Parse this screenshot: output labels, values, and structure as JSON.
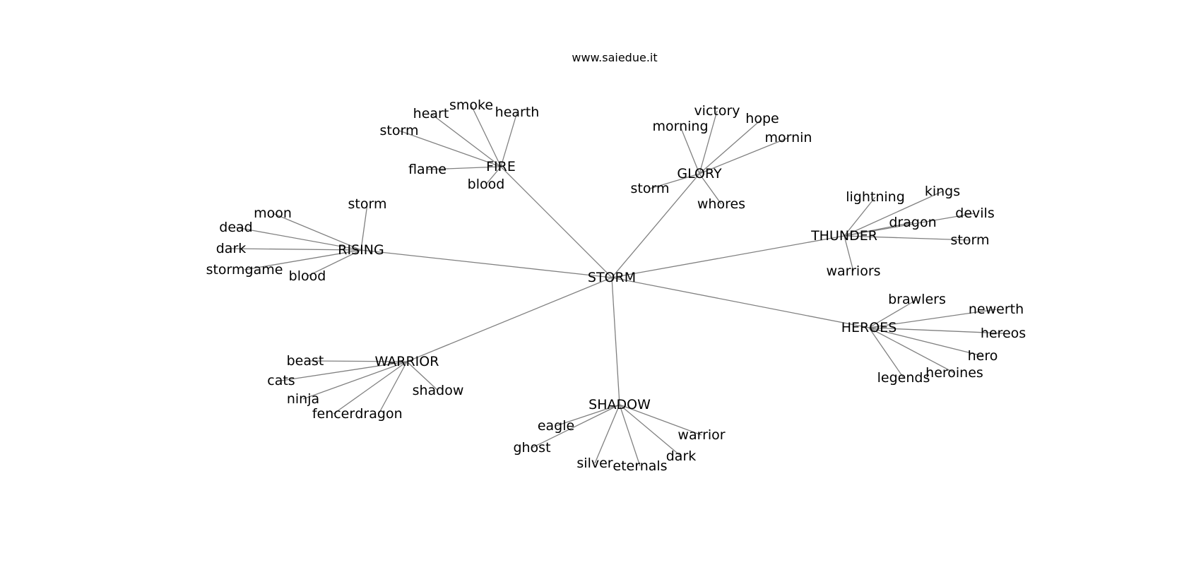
{
  "page": {
    "title": "www.saiedue.it"
  },
  "graph": {
    "root": "STORM",
    "hubs": [
      {
        "id": "FIRE",
        "leaves": [
          "heart",
          "smoke",
          "hearth",
          "storm",
          "flame",
          "blood"
        ]
      },
      {
        "id": "GLORY",
        "leaves": [
          "victory",
          "morning",
          "hope",
          "mornin",
          "storm",
          "whores"
        ]
      },
      {
        "id": "RISING",
        "leaves": [
          "moon",
          "storm",
          "dead",
          "dark",
          "stormgame",
          "blood"
        ]
      },
      {
        "id": "THUNDER",
        "leaves": [
          "lightning",
          "kings",
          "devils",
          "dragon",
          "storm",
          "warriors"
        ]
      },
      {
        "id": "HEROES",
        "leaves": [
          "brawlers",
          "newerth",
          "hereos",
          "hero",
          "heroines",
          "legends"
        ]
      },
      {
        "id": "WARRIOR",
        "leaves": [
          "beast",
          "cats",
          "ninja",
          "fencer",
          "dragon",
          "shadow"
        ]
      },
      {
        "id": "SHADOW",
        "leaves": [
          "eagle",
          "ghost",
          "silver",
          "eternals",
          "dark",
          "warrior"
        ]
      }
    ]
  }
}
